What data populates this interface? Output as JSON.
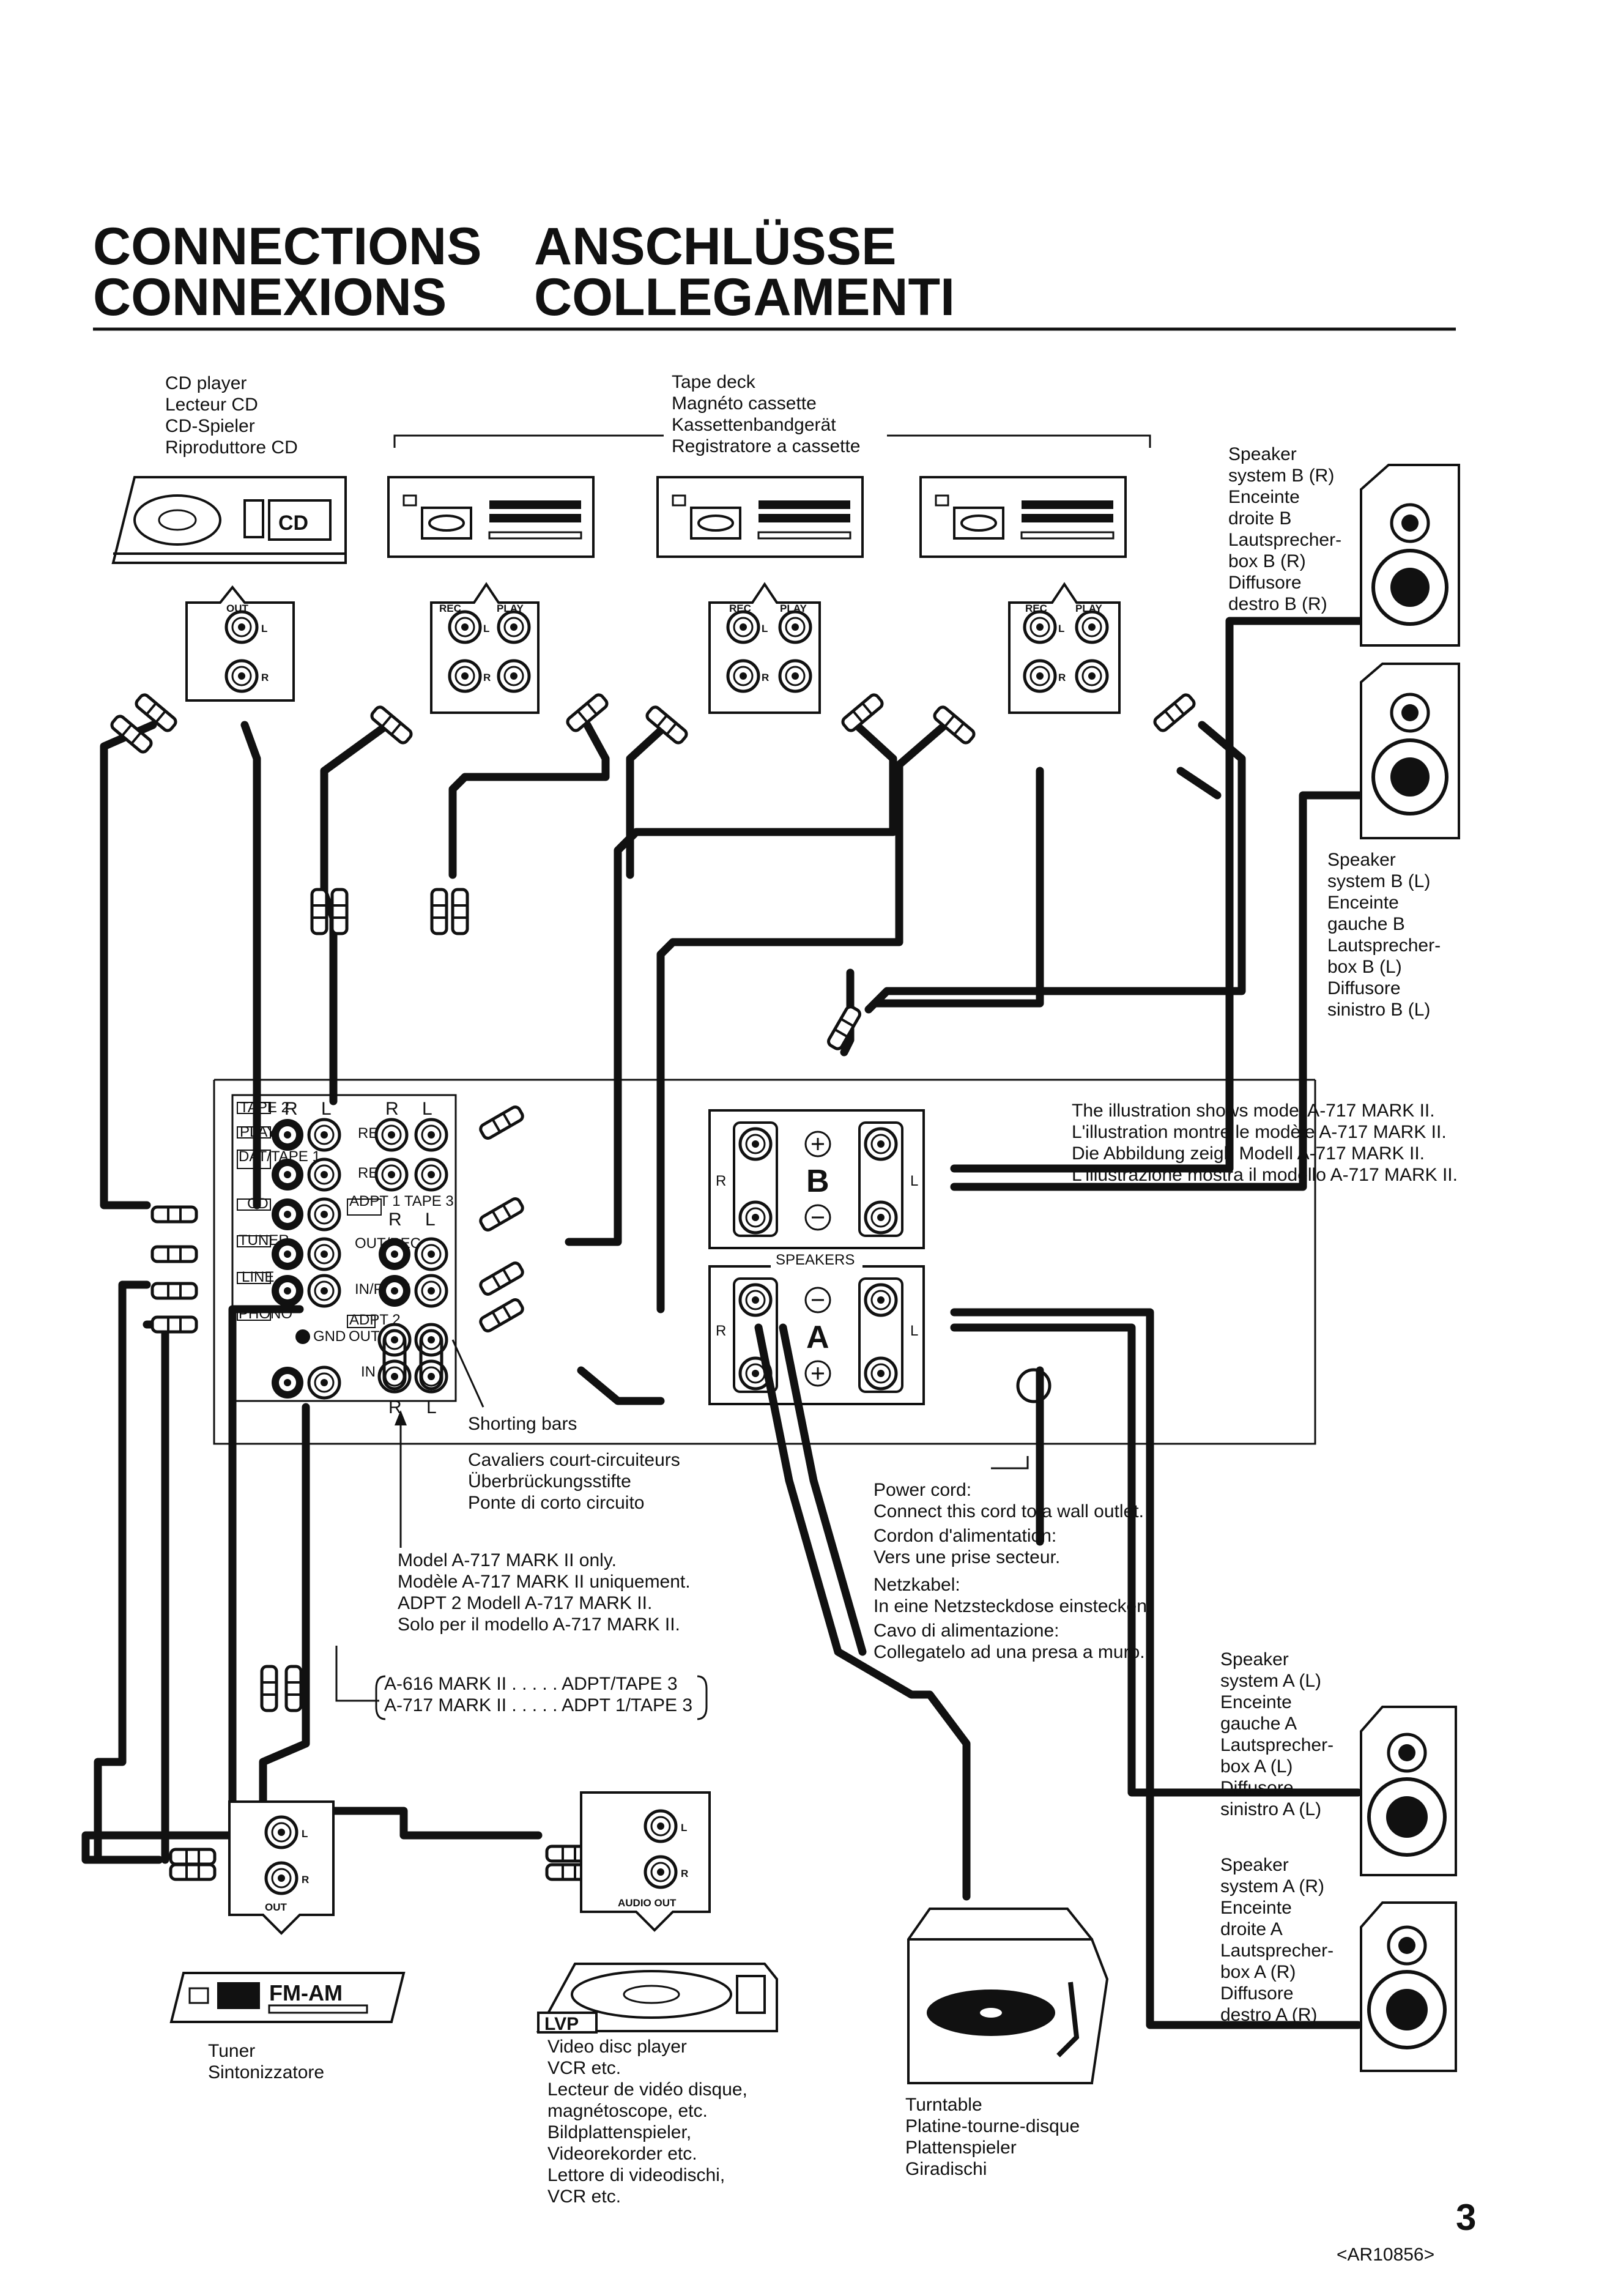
{
  "headings": {
    "connections_en": "CONNECTIONS",
    "connexions_fr": "CONNEXIONS",
    "anschluesse_de": "ANSCHLÜSSE",
    "collegamenti_it": "COLLEGAMENTI"
  },
  "devices": {
    "cd_player": [
      "CD player",
      "Lecteur CD",
      "CD-Spieler",
      "Riproduttore CD"
    ],
    "cd_logo": "CD",
    "tape_deck": [
      "Tape deck",
      "Magnéto cassette",
      "Kassettenbandgerät",
      "Registratore a cassette"
    ],
    "tuner": [
      "Tuner",
      "Sintonizzatore"
    ],
    "tuner_logo": "FM-AM",
    "video": [
      "Video disc player",
      "VCR etc.",
      "Lecteur de vidéo disque,",
      "magnétoscope, etc.",
      "Bildplattenspieler,",
      "Videorekorder etc.",
      "Lettore di videodischi,",
      "VCR etc."
    ],
    "lvp_logo": "LVP",
    "turntable": [
      "Turntable",
      "Platine-tourne-disque",
      "Plattenspieler",
      "Giradischi"
    ]
  },
  "speakers": {
    "b_right": [
      "Speaker",
      "system B (R)",
      "Enceinte",
      "droite B",
      "Lautsprecher-",
      "box B (R)",
      "Diffusore",
      "destro B (R)"
    ],
    "b_left": [
      "Speaker",
      "system B (L)",
      "Enceinte",
      "gauche B",
      "Lautsprecher-",
      "box B (L)",
      "Diffusore",
      "sinistro B (L)"
    ],
    "a_left": [
      "Speaker",
      "system A (L)",
      "Enceinte",
      "gauche A",
      "Lautsprecher-",
      "box A (L)",
      "Diffusore",
      "sinistro A (L)"
    ],
    "a_right": [
      "Speaker",
      "system A (R)",
      "Enceinte",
      "droite A",
      "Lautsprecher-",
      "box A (R)",
      "Diffusore",
      "destro A (R)"
    ]
  },
  "jacks": {
    "out": "OUT",
    "l": "L",
    "r": "R",
    "rec": "REC",
    "play": "PLAY",
    "audio_out": "AUDIO OUT"
  },
  "amp_panel": {
    "tape2": "TAPE 2",
    "dat_tape1": "DAT/TAPE 1",
    "play": "PLAY",
    "rec": "REC",
    "cd": "CD",
    "tuner": "TUNER",
    "line": "LINE",
    "phono": "PHONO",
    "gnd": "GND",
    "adpt1_tape3": "ADPT 1 TAPE 3",
    "out_rec": "OUT/REC",
    "in_play": "IN/PLAY",
    "adpt2": "ADPT 2",
    "out": "OUT",
    "in": "IN",
    "r": "R",
    "l": "L",
    "speakers": "SPEAKERS",
    "speaker_b": "B",
    "speaker_a": "A"
  },
  "notes": {
    "illustration": [
      "The illustration shows model A-717 MARK II.",
      "L'illustration montre le modèle A-717 MARK II.",
      "Die Abbildung zeigh Modell A-717 MARK II.",
      "L'illustrazione mostra il modello A-717 MARK II."
    ],
    "shorting_bars": [
      "Shorting bars",
      "Cavaliers court-circuiteurs",
      "Überbrückungsstifte",
      "Ponte di corto circuito"
    ],
    "model_only": [
      "Model A-717 MARK II only.",
      "Modèle A-717 MARK II uniquement.",
      "ADPT 2 Modell A-717 MARK II.",
      "Solo per il modello A-717 MARK II."
    ],
    "adpt_table": [
      "A-616 MARK II . . . . . ADPT/TAPE 3",
      "A-717 MARK II . . . . . ADPT 1/TAPE 3"
    ],
    "power_cord": [
      "Power cord:",
      "Connect this cord to a wall outlet.",
      "Cordon d'alimentation:",
      "Vers une prise secteur.",
      "Netzkabel:",
      "In eine Netzsteckdose einstecken.",
      "Cavo di alimentazione:",
      "Collegatelo ad una presa a muro."
    ]
  },
  "footer": {
    "page_number": "3",
    "code": "<AR10856>"
  }
}
